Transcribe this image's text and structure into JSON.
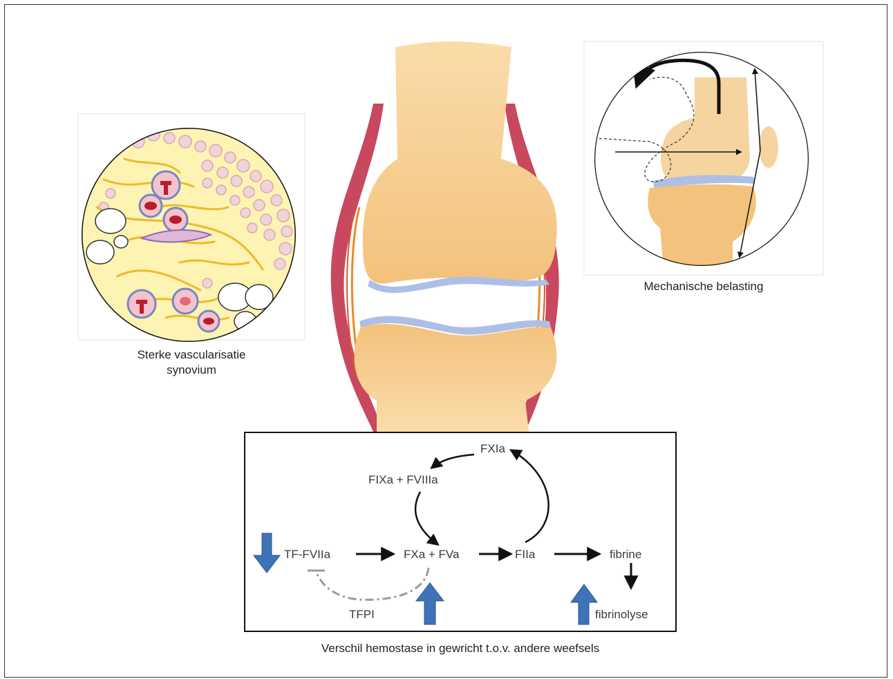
{
  "captions": {
    "left_line1": "Sterke vascularisatie",
    "left_line2": "synovium",
    "right": "Mechanische belasting",
    "bottom": "Verschil hemostase in gewricht t.o.v. andere weefsels"
  },
  "pathway": {
    "fxia": "FXIa",
    "fixa_fviiia": "FIXa + FVIIIa",
    "tf_fviia": "TF-FVIIa",
    "fxa_fva": "FXa + FVa",
    "fiia": "FIIa",
    "fibrine": "fibrine",
    "tfpi": "TFPI",
    "fibrinolyse": "fibrinolyse"
  },
  "colors": {
    "bone": "#f6cf8e",
    "cartilage": "#aebfe6",
    "capsule": "#c8485f",
    "synovium_bg": "#fdf3b2",
    "blue_arrow": "#3f72b6"
  }
}
